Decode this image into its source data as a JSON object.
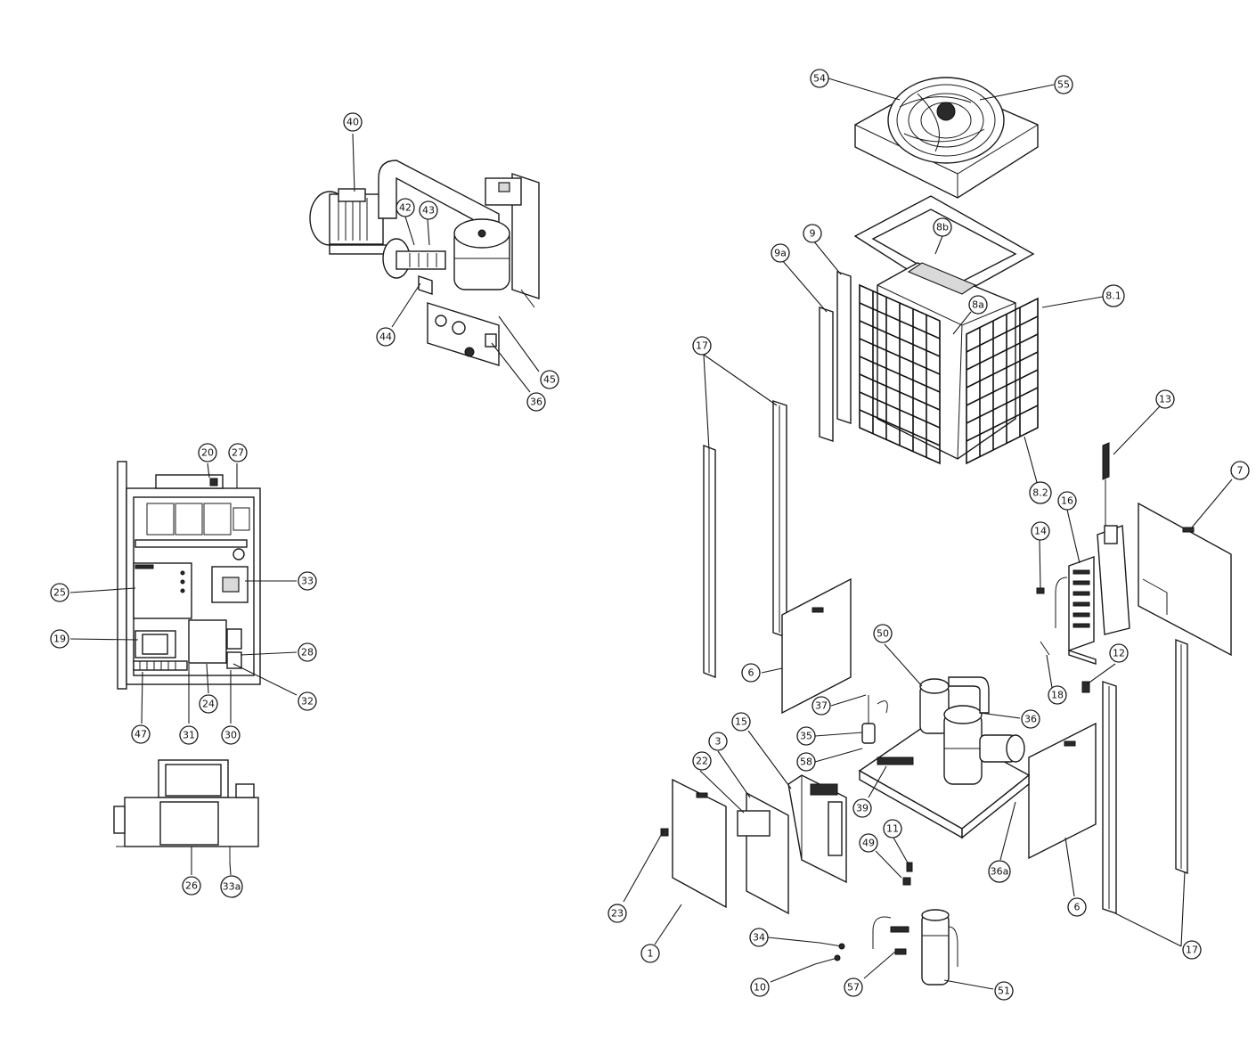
{
  "callouts": [
    {
      "label": "54"
    },
    {
      "label": "55"
    },
    {
      "label": "8b"
    },
    {
      "label": "9"
    },
    {
      "label": "9a"
    },
    {
      "label": "8a"
    },
    {
      "label": "8.1"
    },
    {
      "label": "8.2"
    },
    {
      "label": "17"
    },
    {
      "label": "13"
    },
    {
      "label": "7"
    },
    {
      "label": "16"
    },
    {
      "label": "14"
    },
    {
      "label": "18"
    },
    {
      "label": "12"
    },
    {
      "label": "50"
    },
    {
      "label": "6"
    },
    {
      "label": "37"
    },
    {
      "label": "36"
    },
    {
      "label": "35"
    },
    {
      "label": "58"
    },
    {
      "label": "15"
    },
    {
      "label": "3"
    },
    {
      "label": "22"
    },
    {
      "label": "39"
    },
    {
      "label": "11"
    },
    {
      "label": "49"
    },
    {
      "label": "36a"
    },
    {
      "label": "6"
    },
    {
      "label": "17"
    },
    {
      "label": "23"
    },
    {
      "label": "1"
    },
    {
      "label": "34"
    },
    {
      "label": "10"
    },
    {
      "label": "57"
    },
    {
      "label": "51"
    },
    {
      "label": "40"
    },
    {
      "label": "42"
    },
    {
      "label": "43"
    },
    {
      "label": "44"
    },
    {
      "label": "45"
    },
    {
      "label": "36"
    },
    {
      "label": "20"
    },
    {
      "label": "27"
    },
    {
      "label": "25"
    },
    {
      "label": "33"
    },
    {
      "label": "19"
    },
    {
      "label": "28"
    },
    {
      "label": "32"
    },
    {
      "label": "47"
    },
    {
      "label": "31"
    },
    {
      "label": "24"
    },
    {
      "label": "30"
    },
    {
      "label": "26"
    },
    {
      "label": "33a"
    }
  ]
}
